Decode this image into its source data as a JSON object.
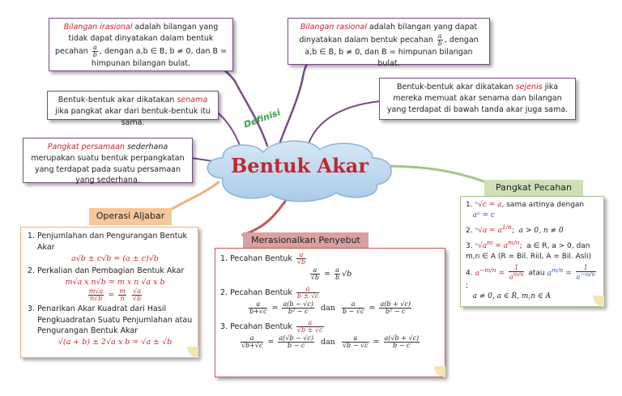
{
  "title": "Bentuk Akar",
  "definisi_label": "Definisi",
  "defs": {
    "irasional": {
      "term": "Bilangan irasional",
      "text1": " adalah bilangan yang tidak dapat dinyatakan dalam bentuk pecahan ",
      "text2": ", dengan a,b ∈ B, b ≠ 0, dan B = himpunan bilangan bulat."
    },
    "rasional": {
      "term": "Bilangan rasional",
      "text1": " adalah bilangan yang dapat dinyatakan dalam bentuk pecahan ",
      "text2": ", dengan a,b ∈ B, b ≠ 0, dan B = himpunan bilangan bulat."
    },
    "senama": {
      "pre": "Bentuk-bentuk akar dikatakan ",
      "term": "senama",
      "post": " jika pangkat akar dari bentuk-bentuk itu sama."
    },
    "sejenis": {
      "pre": "Bentuk-bentuk akar dikatakan ",
      "term": "sejenis",
      "post": " jika mereka memuat akar senama dan bilangan yang terdapat di bawah tanda akar juga sama."
    },
    "pangkat_persamaan": {
      "term": "Pangkat persamaan",
      "term_post": " sederhana",
      "text": "merupakan suatu bentuk perpangkatan yang terdapat pada suatu persamaan yang sederhana."
    }
  },
  "operasi": {
    "header": "Operasi Aljabar",
    "items": [
      {
        "label": "Penjumlahan dan Pengurangan Bentuk Akar",
        "formula": "a√b ± c√b = (a ± c)√b"
      },
      {
        "label": "Perkalian dan Pembagian Bentuk Akar",
        "formula": "m√a x n√b = m x n √a x b"
      },
      {
        "label": "Penarikan Akar Kuadrat dari Hasil Pengkuadratan Suatu Penjumlahan atau Pengurangan Bentuk Akar",
        "formula": "√(a + b) ± 2√a x b = √a ± √b"
      }
    ]
  },
  "merasional": {
    "header": "Merasionalkan Penyebut",
    "items": [
      {
        "label": "Pecahan Bentuk"
      },
      {
        "label": "Pecahan Bentuk",
        "dan": "dan"
      },
      {
        "label": "Pecahan Bentuk",
        "dan": "dan"
      }
    ]
  },
  "pangkat": {
    "header": "Pangkat Pecahan",
    "items": [
      {
        "text": ", sama artinya dengan"
      },
      {
        "text": "a > 0, n ≠ 0"
      },
      {
        "text": "a ∈ R, a > 0, dan m,n ∈ A (R = Bil. Riil, A = Bil. Asli)"
      },
      {
        "text": "atau",
        "cond": "a ≠ 0, a ∈ R, m,n ∈ A"
      }
    ]
  }
}
